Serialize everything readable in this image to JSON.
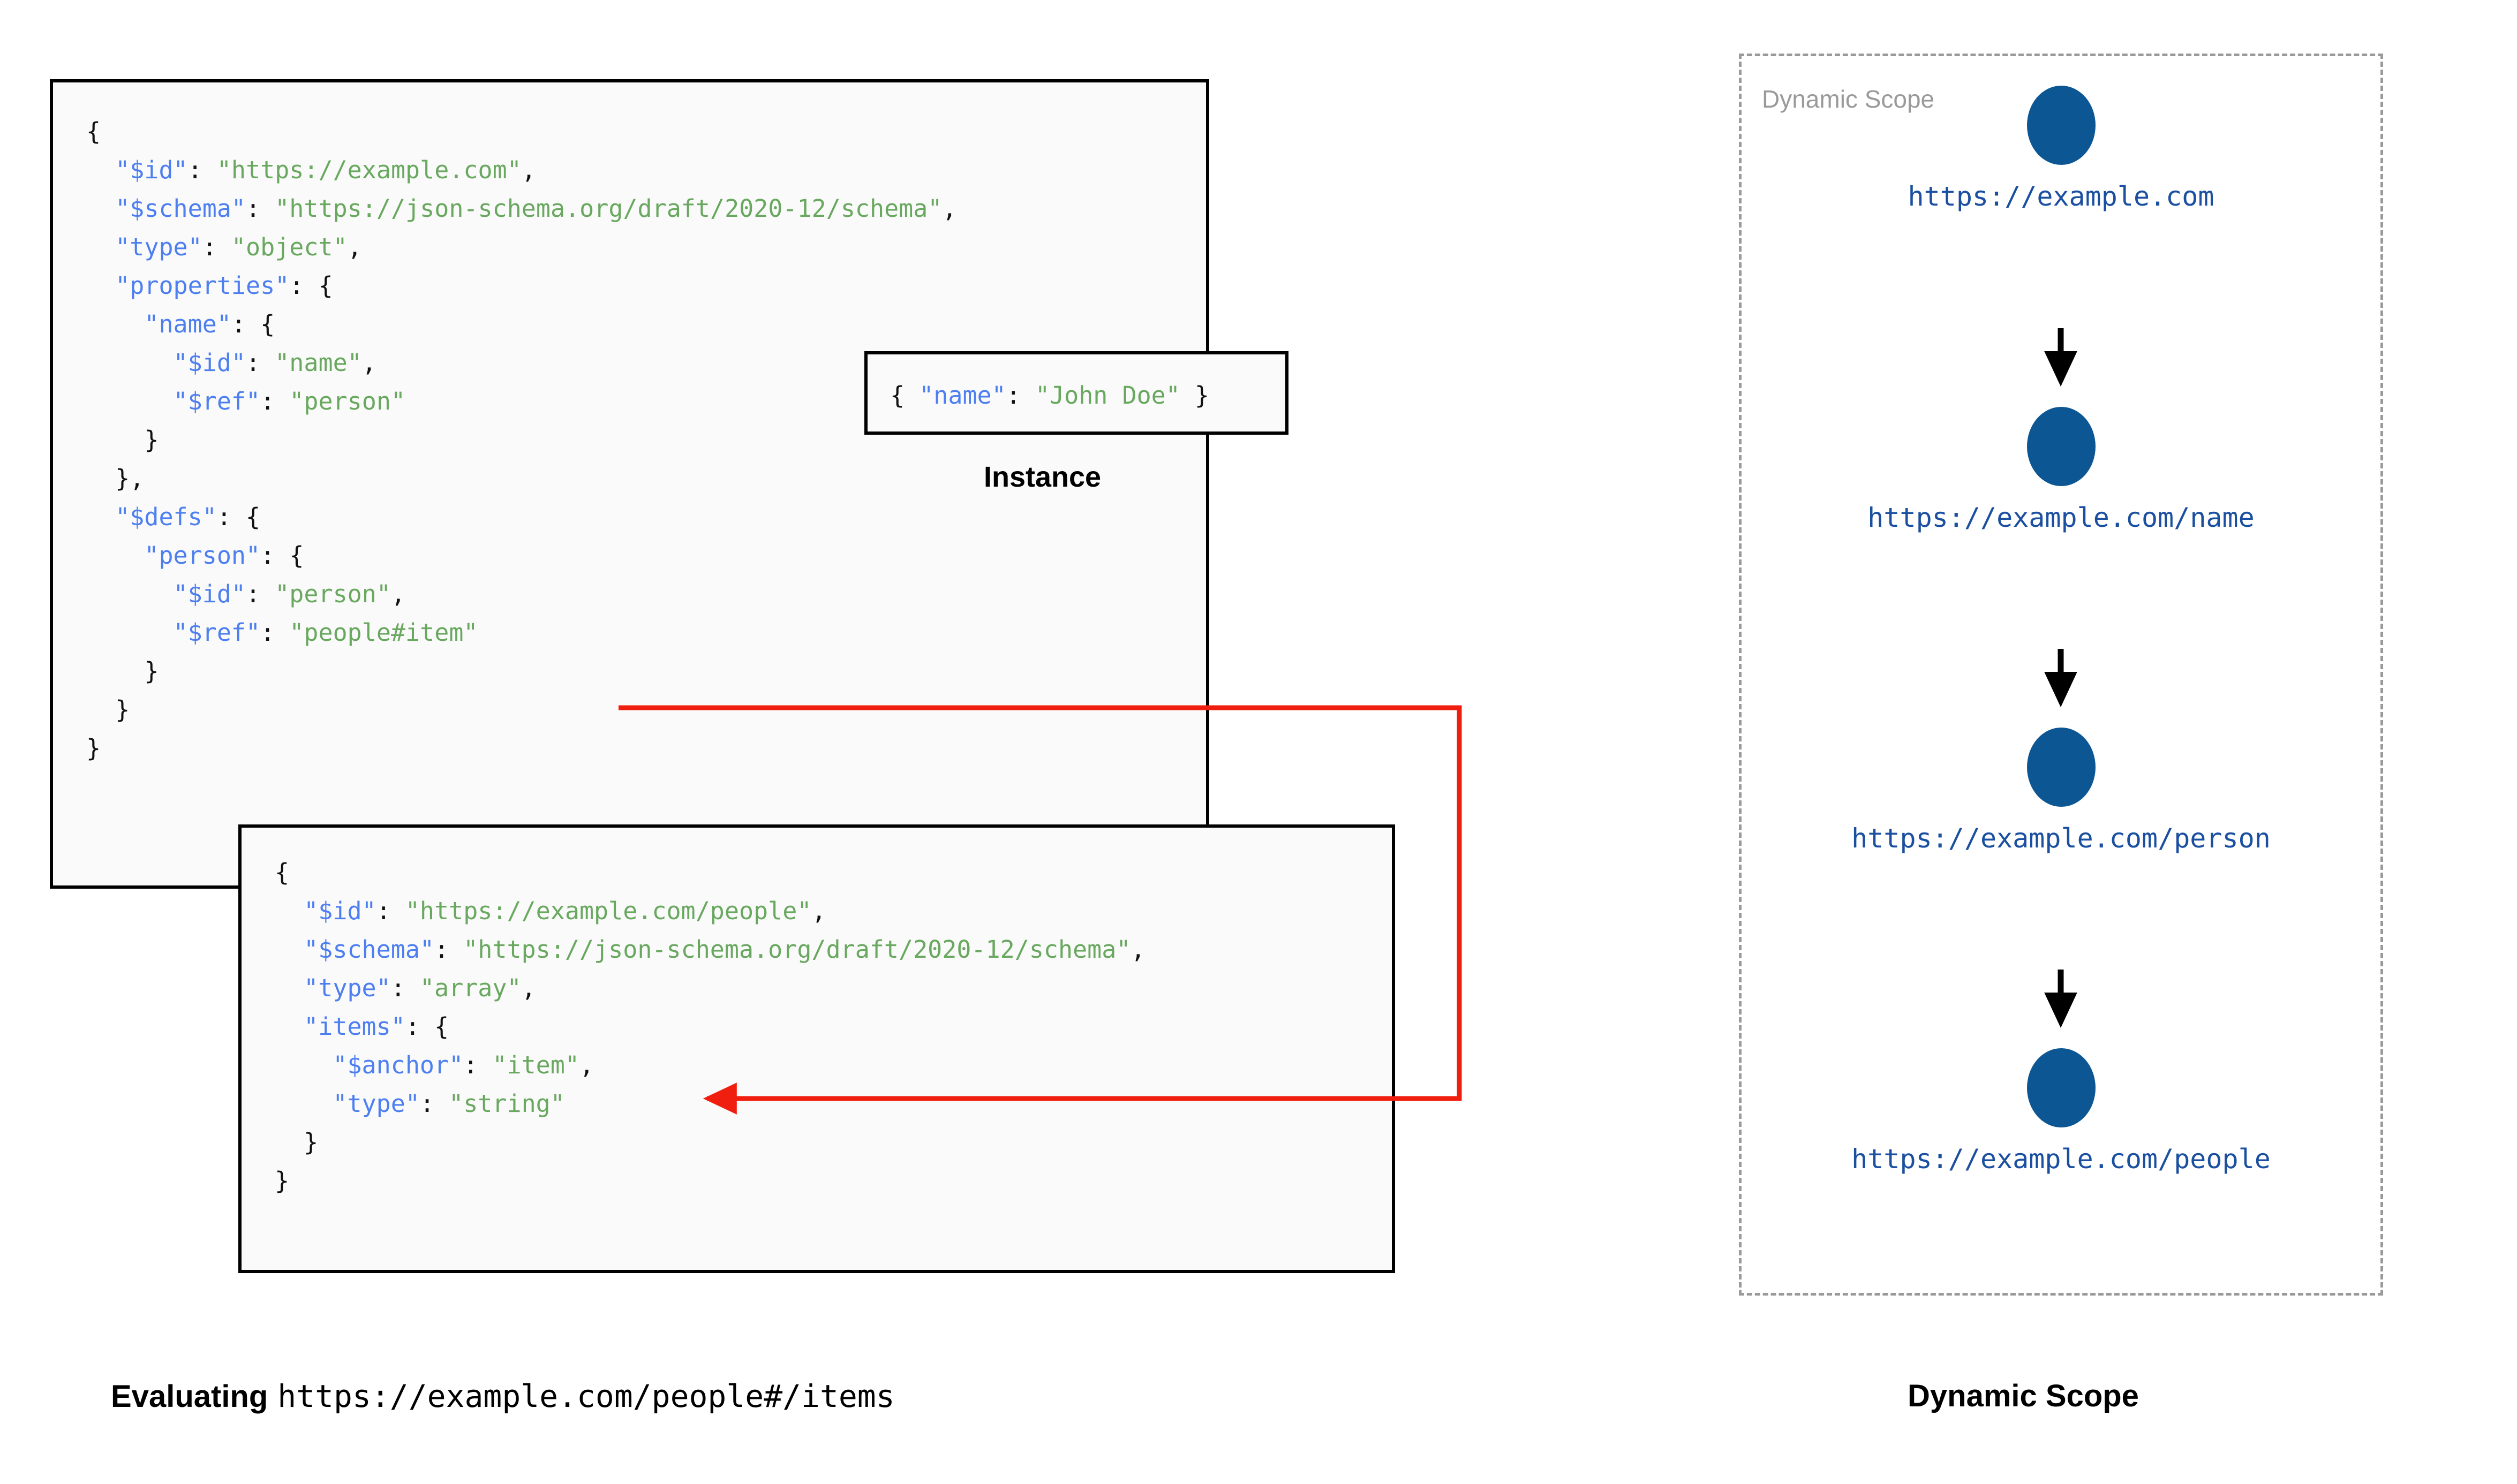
{
  "schema_root": {
    "title": "root-schema",
    "lines": [
      [
        {
          "t": "{",
          "c": "p"
        }
      ],
      [
        {
          "t": "  ",
          "c": "p"
        },
        {
          "t": "\"$id\"",
          "c": "k"
        },
        {
          "t": ": ",
          "c": "p"
        },
        {
          "t": "\"https://example.com\"",
          "c": "s"
        },
        {
          "t": ",",
          "c": "p"
        }
      ],
      [
        {
          "t": "  ",
          "c": "p"
        },
        {
          "t": "\"$schema\"",
          "c": "k"
        },
        {
          "t": ": ",
          "c": "p"
        },
        {
          "t": "\"https://json-schema.org/draft/2020-12/schema\"",
          "c": "s"
        },
        {
          "t": ",",
          "c": "p"
        }
      ],
      [
        {
          "t": "  ",
          "c": "p"
        },
        {
          "t": "\"type\"",
          "c": "k"
        },
        {
          "t": ": ",
          "c": "p"
        },
        {
          "t": "\"object\"",
          "c": "s"
        },
        {
          "t": ",",
          "c": "p"
        }
      ],
      [
        {
          "t": "  ",
          "c": "p"
        },
        {
          "t": "\"properties\"",
          "c": "k"
        },
        {
          "t": ": {",
          "c": "p"
        }
      ],
      [
        {
          "t": "    ",
          "c": "p"
        },
        {
          "t": "\"name\"",
          "c": "k"
        },
        {
          "t": ": {",
          "c": "p"
        }
      ],
      [
        {
          "t": "      ",
          "c": "p"
        },
        {
          "t": "\"$id\"",
          "c": "k"
        },
        {
          "t": ": ",
          "c": "p"
        },
        {
          "t": "\"name\"",
          "c": "s"
        },
        {
          "t": ",",
          "c": "p"
        }
      ],
      [
        {
          "t": "      ",
          "c": "p"
        },
        {
          "t": "\"$ref\"",
          "c": "k"
        },
        {
          "t": ": ",
          "c": "p"
        },
        {
          "t": "\"person\"",
          "c": "s"
        }
      ],
      [
        {
          "t": "    }",
          "c": "p"
        }
      ],
      [
        {
          "t": "  },",
          "c": "p"
        }
      ],
      [
        {
          "t": "  ",
          "c": "p"
        },
        {
          "t": "\"$defs\"",
          "c": "k"
        },
        {
          "t": ": {",
          "c": "p"
        }
      ],
      [
        {
          "t": "    ",
          "c": "p"
        },
        {
          "t": "\"person\"",
          "c": "k"
        },
        {
          "t": ": {",
          "c": "p"
        }
      ],
      [
        {
          "t": "      ",
          "c": "p"
        },
        {
          "t": "\"$id\"",
          "c": "k"
        },
        {
          "t": ": ",
          "c": "p"
        },
        {
          "t": "\"person\"",
          "c": "s"
        },
        {
          "t": ",",
          "c": "p"
        }
      ],
      [
        {
          "t": "      ",
          "c": "p"
        },
        {
          "t": "\"$ref\"",
          "c": "k"
        },
        {
          "t": ": ",
          "c": "p"
        },
        {
          "t": "\"people#item\"",
          "c": "s"
        }
      ],
      [
        {
          "t": "    }",
          "c": "p"
        }
      ],
      [
        {
          "t": "  }",
          "c": "p"
        }
      ],
      [
        {
          "t": "}",
          "c": "p"
        }
      ]
    ]
  },
  "schema_people": {
    "title": "people-schema",
    "lines": [
      [
        {
          "t": "{",
          "c": "p"
        }
      ],
      [
        {
          "t": "  ",
          "c": "p"
        },
        {
          "t": "\"$id\"",
          "c": "k"
        },
        {
          "t": ": ",
          "c": "p"
        },
        {
          "t": "\"https://example.com/people\"",
          "c": "s"
        },
        {
          "t": ",",
          "c": "p"
        }
      ],
      [
        {
          "t": "  ",
          "c": "p"
        },
        {
          "t": "\"$schema\"",
          "c": "k"
        },
        {
          "t": ": ",
          "c": "p"
        },
        {
          "t": "\"https://json-schema.org/draft/2020-12/schema\"",
          "c": "s"
        },
        {
          "t": ",",
          "c": "p"
        }
      ],
      [
        {
          "t": "  ",
          "c": "p"
        },
        {
          "t": "\"type\"",
          "c": "k"
        },
        {
          "t": ": ",
          "c": "p"
        },
        {
          "t": "\"array\"",
          "c": "s"
        },
        {
          "t": ",",
          "c": "p"
        }
      ],
      [
        {
          "t": "  ",
          "c": "p"
        },
        {
          "t": "\"items\"",
          "c": "k"
        },
        {
          "t": ": {",
          "c": "p"
        }
      ],
      [
        {
          "t": "    ",
          "c": "p"
        },
        {
          "t": "\"$anchor\"",
          "c": "k"
        },
        {
          "t": ": ",
          "c": "p"
        },
        {
          "t": "\"item\"",
          "c": "s"
        },
        {
          "t": ",",
          "c": "p"
        }
      ],
      [
        {
          "t": "    ",
          "c": "p"
        },
        {
          "t": "\"type\"",
          "c": "k"
        },
        {
          "t": ": ",
          "c": "p"
        },
        {
          "t": "\"string\"",
          "c": "s"
        }
      ],
      [
        {
          "t": "  }",
          "c": "p"
        }
      ],
      [
        {
          "t": "}",
          "c": "p"
        }
      ]
    ]
  },
  "instance": {
    "label": "Instance",
    "lines": [
      [
        {
          "t": "{ ",
          "c": "p"
        },
        {
          "t": "\"name\"",
          "c": "k"
        },
        {
          "t": ": ",
          "c": "p"
        },
        {
          "t": "\"John Doe\"",
          "c": "s"
        },
        {
          "t": " }",
          "c": "p"
        }
      ]
    ]
  },
  "captions": {
    "evaluating_prefix": "Evaluating",
    "evaluating_uri": "https://example.com/people#/items",
    "dynamic_scope": "Dynamic Scope"
  },
  "dynamic_scope": {
    "panel_label": "Dynamic Scope",
    "node_color": "#0b5693",
    "label_color": "#1b4fa0",
    "border_color": "#9a9a9a",
    "nodes": [
      {
        "label": "https://example.com"
      },
      {
        "label": "https://example.com/name"
      },
      {
        "label": "https://example.com/person"
      },
      {
        "label": "https://example.com/people"
      }
    ]
  },
  "annotation": {
    "ref_arrow_color": "#f01e0e",
    "ref_from": "\"people#item\"",
    "ref_to": "\"$anchor\": \"item\""
  },
  "colors": {
    "key": "#4d7ff0",
    "string": "#69a85f",
    "punctuation": "#111111",
    "box_border": "#000000",
    "box_fill": "#fafafa"
  }
}
